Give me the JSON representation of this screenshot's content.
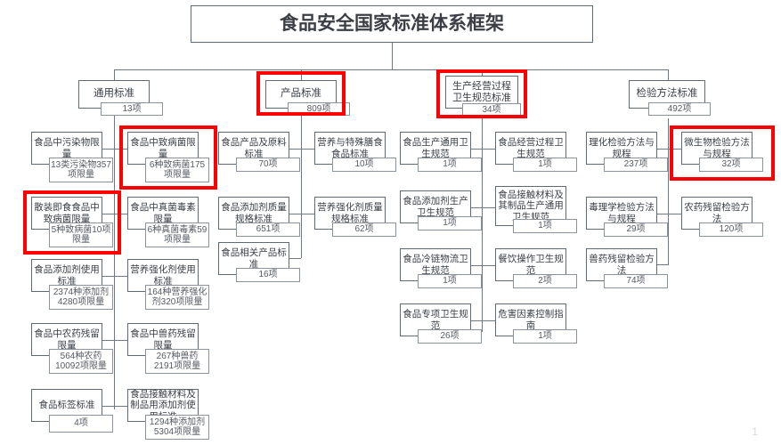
{
  "title": "食品安全国家标准体系框架",
  "page_number": "1",
  "colors": {
    "highlight": "#ff0000",
    "box_border": "#5f6a75",
    "text": "#3a3f46"
  },
  "level2": [
    {
      "label": "通用标准",
      "count": "13项",
      "highlighted": false
    },
    {
      "label": "产品标准",
      "count": "809项",
      "highlighted": true
    },
    {
      "label": "生产经营过程卫生规范标准",
      "count": "34项",
      "highlighted": true
    },
    {
      "label": "检验方法标准",
      "count": "492项",
      "highlighted": false
    }
  ],
  "general_standards": [
    {
      "label": "食品中污染物限量",
      "count": "13类污染物357项限量",
      "highlighted": false
    },
    {
      "label": "食品中致病菌限量",
      "count": "6种致病菌175项限量",
      "highlighted": true
    },
    {
      "label": "散装即食食品中致病菌限量",
      "count": "5种致病菌10项限量",
      "highlighted": true
    },
    {
      "label": "食品中真菌毒素限量",
      "count": "6种真菌毒素59项限量",
      "highlighted": false
    },
    {
      "label": "食品添加剂使用标准",
      "count": "2374种添加剂4280项限量",
      "highlighted": false
    },
    {
      "label": "营养强化剂使用标准",
      "count": "164种营养强化剂320项限量",
      "highlighted": false
    },
    {
      "label": "食品中农药残留限量",
      "count": "564种农药10092项限量",
      "highlighted": false
    },
    {
      "label": "食品中兽药残留限量",
      "count": "267种兽药2191项限量",
      "highlighted": false
    },
    {
      "label": "食品标签标准",
      "count": "4项",
      "highlighted": false
    },
    {
      "label": "食品接触材料及制品用添加剂使用标准",
      "count": "1294种添加剂5304项限量",
      "highlighted": false
    }
  ],
  "product_standards": [
    {
      "label": "食品产品及原料标准",
      "count": "70项"
    },
    {
      "label": "营养与特殊膳食食品标准",
      "count": "10项"
    },
    {
      "label": "食品添加剂质量规格标准",
      "count": "651项"
    },
    {
      "label": "营养强化剂质量规格标准",
      "count": "62项"
    },
    {
      "label": "食品相关产品标准",
      "count": "16项"
    }
  ],
  "hygiene_standards": [
    {
      "label": "食品生产通用卫生规范",
      "count": "1项"
    },
    {
      "label": "食品经营过程卫生规范",
      "count": "1项"
    },
    {
      "label": "食品添加剂生产卫生规范",
      "count": "1项"
    },
    {
      "label": "食品接触材料及其制品生产通用卫生规范",
      "count": "1项"
    },
    {
      "label": "食品冷链物流卫生规范",
      "count": "1项"
    },
    {
      "label": "餐饮操作卫生规范",
      "count": "2项"
    },
    {
      "label": "食品专项卫生规范",
      "count": "26项"
    },
    {
      "label": "危害因素控制指南",
      "count": "1项"
    }
  ],
  "inspection_standards": [
    {
      "label": "理化检验方法与规程",
      "count": "237项",
      "highlighted": false
    },
    {
      "label": "微生物检验方法与规程",
      "count": "32项",
      "highlighted": true
    },
    {
      "label": "毒理学检验方法与规程",
      "count": "29项",
      "highlighted": false
    },
    {
      "label": "农药残留检验方法",
      "count": "120项",
      "highlighted": false
    },
    {
      "label": "兽药残留检验方法",
      "count": "74项",
      "highlighted": false
    }
  ]
}
